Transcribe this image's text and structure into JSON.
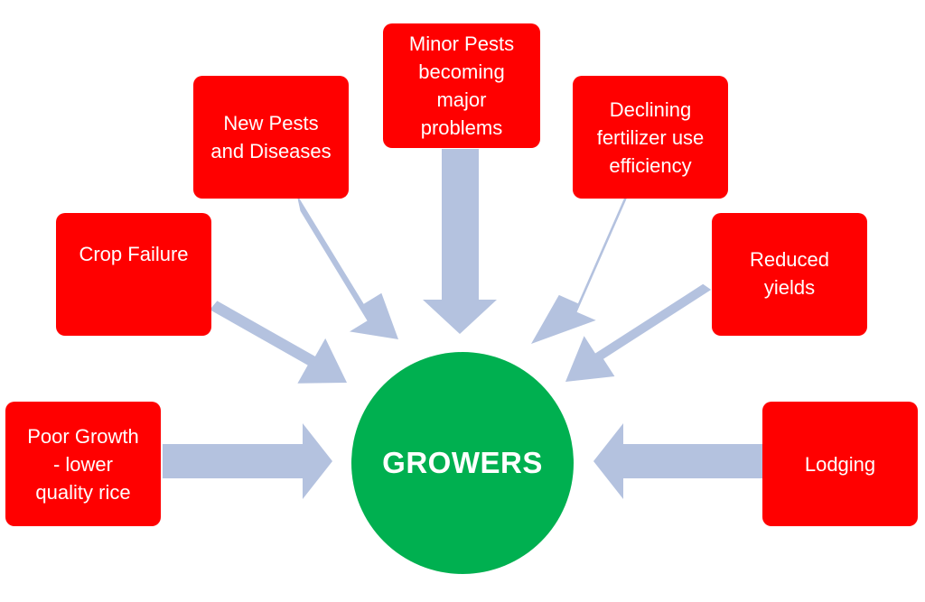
{
  "colors": {
    "box": "#ff0000",
    "hub": "#00b050",
    "arrow": "#b4c2df",
    "text": "#ffffff"
  },
  "center": {
    "label": "GROWERS"
  },
  "factors": [
    {
      "id": "poor-growth",
      "label": "Poor Growth\n- lower\nquality rice"
    },
    {
      "id": "crop-failure",
      "label": "Crop Failure"
    },
    {
      "id": "new-pests",
      "label": "New Pests\nand Diseases"
    },
    {
      "id": "minor-pests",
      "label": "Minor Pests\nbecoming\nmajor\nproblems"
    },
    {
      "id": "fertilizer",
      "label": "Declining\nfertilizer use\nefficiency"
    },
    {
      "id": "reduced-yields",
      "label": "Reduced\nyields"
    },
    {
      "id": "lodging",
      "label": "Lodging"
    }
  ]
}
